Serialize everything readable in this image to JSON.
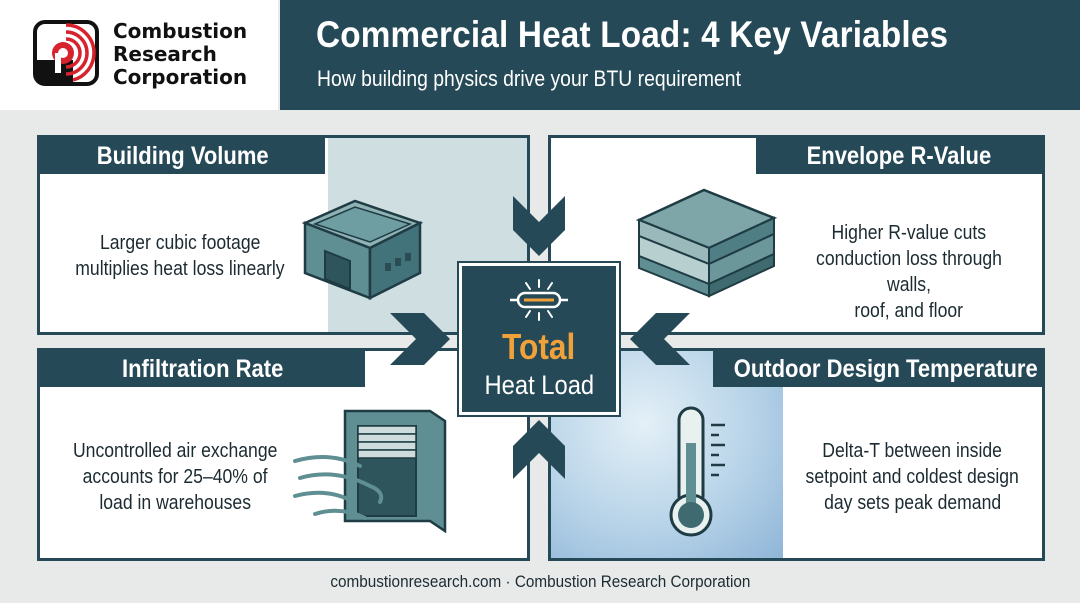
{
  "brand": {
    "name_lines": [
      "Combustion",
      "Research",
      "Corporation"
    ],
    "logo_icon": "crc-logo-icon"
  },
  "header": {
    "title": "Commercial Heat Load: 4 Key Variables",
    "subtitle": "How building physics drive your BTU requirement"
  },
  "center": {
    "total": "Total",
    "subtitle": "Heat Load",
    "icon": "heating-element-icon"
  },
  "panels": [
    {
      "title": "Building Volume",
      "text_lines": [
        "Larger cubic footage",
        "multiplies heat loss linearly"
      ],
      "icon": "building-icon"
    },
    {
      "title": "Envelope R-Value",
      "text_lines": [
        "Higher R-value cuts",
        "conduction loss through walls,",
        "roof, and floor"
      ],
      "icon": "insulation-layers-icon"
    },
    {
      "title": "Infiltration Rate",
      "text_lines": [
        "Uncontrolled air exchange",
        "accounts for 25–40% of",
        "load in warehouses"
      ],
      "icon": "open-door-air-icon"
    },
    {
      "title": "Outdoor Design Temperature",
      "text_lines": [
        "Delta-T between inside",
        "setpoint and coldest design",
        "day sets peak demand"
      ],
      "icon": "thermometer-icon"
    }
  ],
  "footer": "combustionresearch.com · Combustion Research Corporation",
  "colors": {
    "primary": "#254956",
    "accent": "#f1a13a",
    "logo_red": "#d7232e",
    "panel_shade": "#cfdfe1",
    "background": "#e8eaea"
  }
}
